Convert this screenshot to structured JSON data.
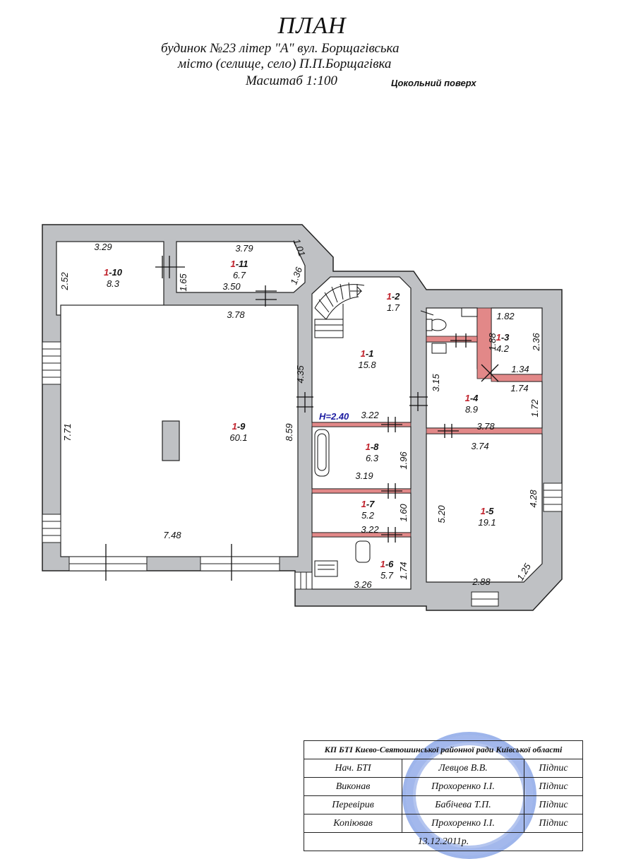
{
  "header": {
    "title": "ПЛАН",
    "line1": "будинок №23 літер \"А\"    вул. Борщагівська",
    "line2": "місто (селище, село) П.П.Борщагівка",
    "scale": "Масштаб 1:100",
    "floor": "Цокольний поверх"
  },
  "rooms": [
    {
      "floor": "1",
      "num": "-1",
      "area": "15.8"
    },
    {
      "floor": "1",
      "num": "-2",
      "area": "1.7"
    },
    {
      "floor": "1",
      "num": "-3",
      "area": "4.2"
    },
    {
      "floor": "1",
      "num": "-4",
      "area": "8.9"
    },
    {
      "floor": "1",
      "num": "-5",
      "area": "19.1"
    },
    {
      "floor": "1",
      "num": "-6",
      "area": "5.7"
    },
    {
      "floor": "1",
      "num": "-7",
      "area": "5.2"
    },
    {
      "floor": "1",
      "num": "-8",
      "area": "6.3"
    },
    {
      "floor": "1",
      "num": "-9",
      "area": "60.1"
    },
    {
      "floor": "1",
      "num": "-10",
      "area": "8.3"
    },
    {
      "floor": "1",
      "num": "-11",
      "area": "6.7"
    }
  ],
  "dimensions": [
    "3.29",
    "2.52",
    "1.65",
    "3.79",
    "1.01",
    "1.36",
    "3.50",
    "3.78",
    "7.71",
    "8.59",
    "7.48",
    "4.35",
    "1.82",
    "1.88",
    "2.36",
    "1.34",
    "1.74",
    "3.15",
    "1.72",
    "3.22",
    "3.78",
    "3.74",
    "1.96",
    "3.19",
    "4.28",
    "5.20",
    "1.60",
    "3.22",
    "1.74",
    "1.25",
    "3.26",
    "2.88"
  ],
  "ceiling_height": "Н=2.40",
  "stamp": {
    "organization": "КП БТІ Києво-Святошинської районної ради Київської області",
    "rows": [
      {
        "role": "Нач. БТІ",
        "name": "Левцов В.В.",
        "sign": "Підпис"
      },
      {
        "role": "Виконав",
        "name": "Прохоренко І.І.",
        "sign": "Підпис"
      },
      {
        "role": "Перевірив",
        "name": "Бабічева Т.П.",
        "sign": "Підпис"
      },
      {
        "role": "Копіював",
        "name": "Прохоренко І.І.",
        "sign": "Підпис"
      }
    ],
    "date": "13.12.2011р."
  }
}
